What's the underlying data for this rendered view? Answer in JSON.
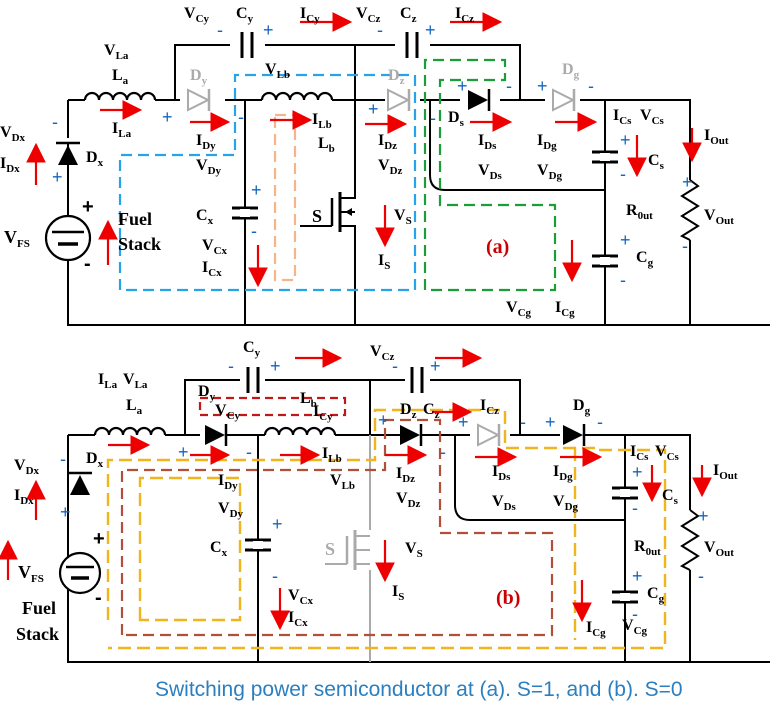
{
  "caption": "Switching power semiconductor at (a). S=1, and (b). S=0",
  "panel_a": {
    "mode_label": "(a)",
    "labels": {
      "VLa": "V",
      "VLa_sub": "La",
      "La": "L",
      "La_sub": "a",
      "ILa": "I",
      "ILa_sub": "La",
      "VDx": "V",
      "VDx_sub": "Dx",
      "IDx": "I",
      "IDx_sub": "Dx",
      "Dx": "D",
      "Dx_sub": "x",
      "VFS": "V",
      "VFS_sub": "FS",
      "fuel1": "Fuel",
      "fuel2": "Stack",
      "VCy": "V",
      "VCy_sub": "Cy",
      "Cy": "C",
      "Cy_sub": "y",
      "ICy": "I",
      "ICy_sub": "Cy",
      "Dy": "D",
      "Dy_sub": "y",
      "VLb": "V",
      "VLb_sub": "Lb",
      "ILb": "I",
      "ILb_sub": "Lb",
      "Lb": "L",
      "Lb_sub": "b",
      "IDy": "I",
      "IDy_sub": "Dy",
      "VDy": "V",
      "VDy_sub": "Dy",
      "Cx": "C",
      "Cx_sub": "x",
      "VCx": "V",
      "VCx_sub": "Cx",
      "ICx": "I",
      "ICx_sub": "Cx",
      "S": "S",
      "VS": "V",
      "VS_sub": "S",
      "IS": "I",
      "IS_sub": "S",
      "VCz": "V",
      "VCz_sub": "Cz",
      "Cz": "C",
      "Cz_sub": "z",
      "ICz": "I",
      "ICz_sub": "Cz",
      "Dz": "D",
      "Dz_sub": "z",
      "IDz": "I",
      "IDz_sub": "Dz",
      "VDz": "V",
      "VDz_sub": "Dz",
      "Ds": "D",
      "Ds_sub": "s",
      "IDs": "I",
      "IDs_sub": "Ds",
      "VDs": "V",
      "VDs_sub": "Ds",
      "Dg": "D",
      "Dg_sub": "g",
      "IDg": "I",
      "IDg_sub": "Dg",
      "VDg": "V",
      "VDg_sub": "Dg",
      "ICs": "I",
      "ICs_sub": "Cs",
      "VCs": "V",
      "VCs_sub": "Cs",
      "Cs": "C",
      "Cs_sub": "s",
      "IOut": "I",
      "IOut_sub": "Out",
      "R0ut": "R",
      "R0ut_sub": "0ut",
      "VOut": "V",
      "VOut_sub": "Out",
      "Cg": "C",
      "Cg_sub": "g",
      "VCg": "V",
      "VCg_sub": "Cg",
      "ICg": "I",
      "ICg_sub": "Cg"
    }
  },
  "panel_b": {
    "mode_label": "(b)",
    "labels": {
      "ILa": "I",
      "ILa_sub": "La",
      "VLa": "V",
      "VLa_sub": "La",
      "La": "L",
      "La_sub": "a",
      "VDx": "V",
      "VDx_sub": "Dx",
      "IDx": "I",
      "IDx_sub": "Dx",
      "Dx": "D",
      "Dx_sub": "x",
      "VFS": "V",
      "VFS_sub": "FS",
      "fuel1": "Fuel",
      "fuel2": "Stack",
      "Cy": "C",
      "Cy_sub": "y",
      "Dy": "D",
      "Dy_sub": "y",
      "VCy": "V",
      "VCy_sub": "Cy",
      "Lb": "L",
      "Lb_sub": "b",
      "ICy": "I",
      "ICy_sub": "Cy",
      "ILb": "I",
      "ILb_sub": "Lb",
      "IDy": "I",
      "IDy_sub": "Dy",
      "VDy": "V",
      "VDy_sub": "Dy",
      "VLb": "V",
      "VLb_sub": "Lb",
      "Cx": "C",
      "Cx_sub": "x",
      "VCx": "V",
      "VCx_sub": "Cx",
      "ICx": "I",
      "ICx_sub": "Cx",
      "S": "S",
      "VS": "V",
      "VS_sub": "S",
      "IS": "I",
      "IS_sub": "S",
      "VCz": "V",
      "VCz_sub": "Cz",
      "Dz": "D",
      "Dz_sub": "z",
      "Cz": "C",
      "Cz_sub": "z",
      "ICz": "I",
      "ICz_sub": "Cz",
      "IDz": "I",
      "IDz_sub": "Dz",
      "VDz": "V",
      "VDz_sub": "Dz",
      "IDs": "I",
      "IDs_sub": "Ds",
      "VDs": "V",
      "VDs_sub": "Ds",
      "Dg": "D",
      "Dg_sub": "g",
      "IDg": "I",
      "IDg_sub": "Dg",
      "VDg": "V",
      "VDg_sub": "Dg",
      "ICs": "I",
      "ICs_sub": "Cs",
      "VCs": "V",
      "VCs_sub": "Cs",
      "Cs": "C",
      "Cs_sub": "s",
      "IOut": "I",
      "IOut_sub": "Out",
      "R0ut": "R",
      "R0ut_sub": "0ut",
      "VOut": "V",
      "VOut_sub": "Out",
      "Cg": "C",
      "Cg_sub": "g",
      "ICg": "I",
      "ICg_sub": "Cg",
      "VCg": "V",
      "VCg_sub": "Cg"
    }
  },
  "colors": {
    "wire": "#000000",
    "current_arrow": "#e00000",
    "polarity": "#1565c0",
    "mode_label": "#cc0000",
    "caption": "#2a7fc0",
    "loop_blue": "#29a3e8",
    "loop_green": "#1a9e3a",
    "loop_peach": "#f5b48a",
    "loop_yellow": "#f0b41c",
    "loop_brown": "#b0503a",
    "disabled_component": "#aaaaaa"
  }
}
